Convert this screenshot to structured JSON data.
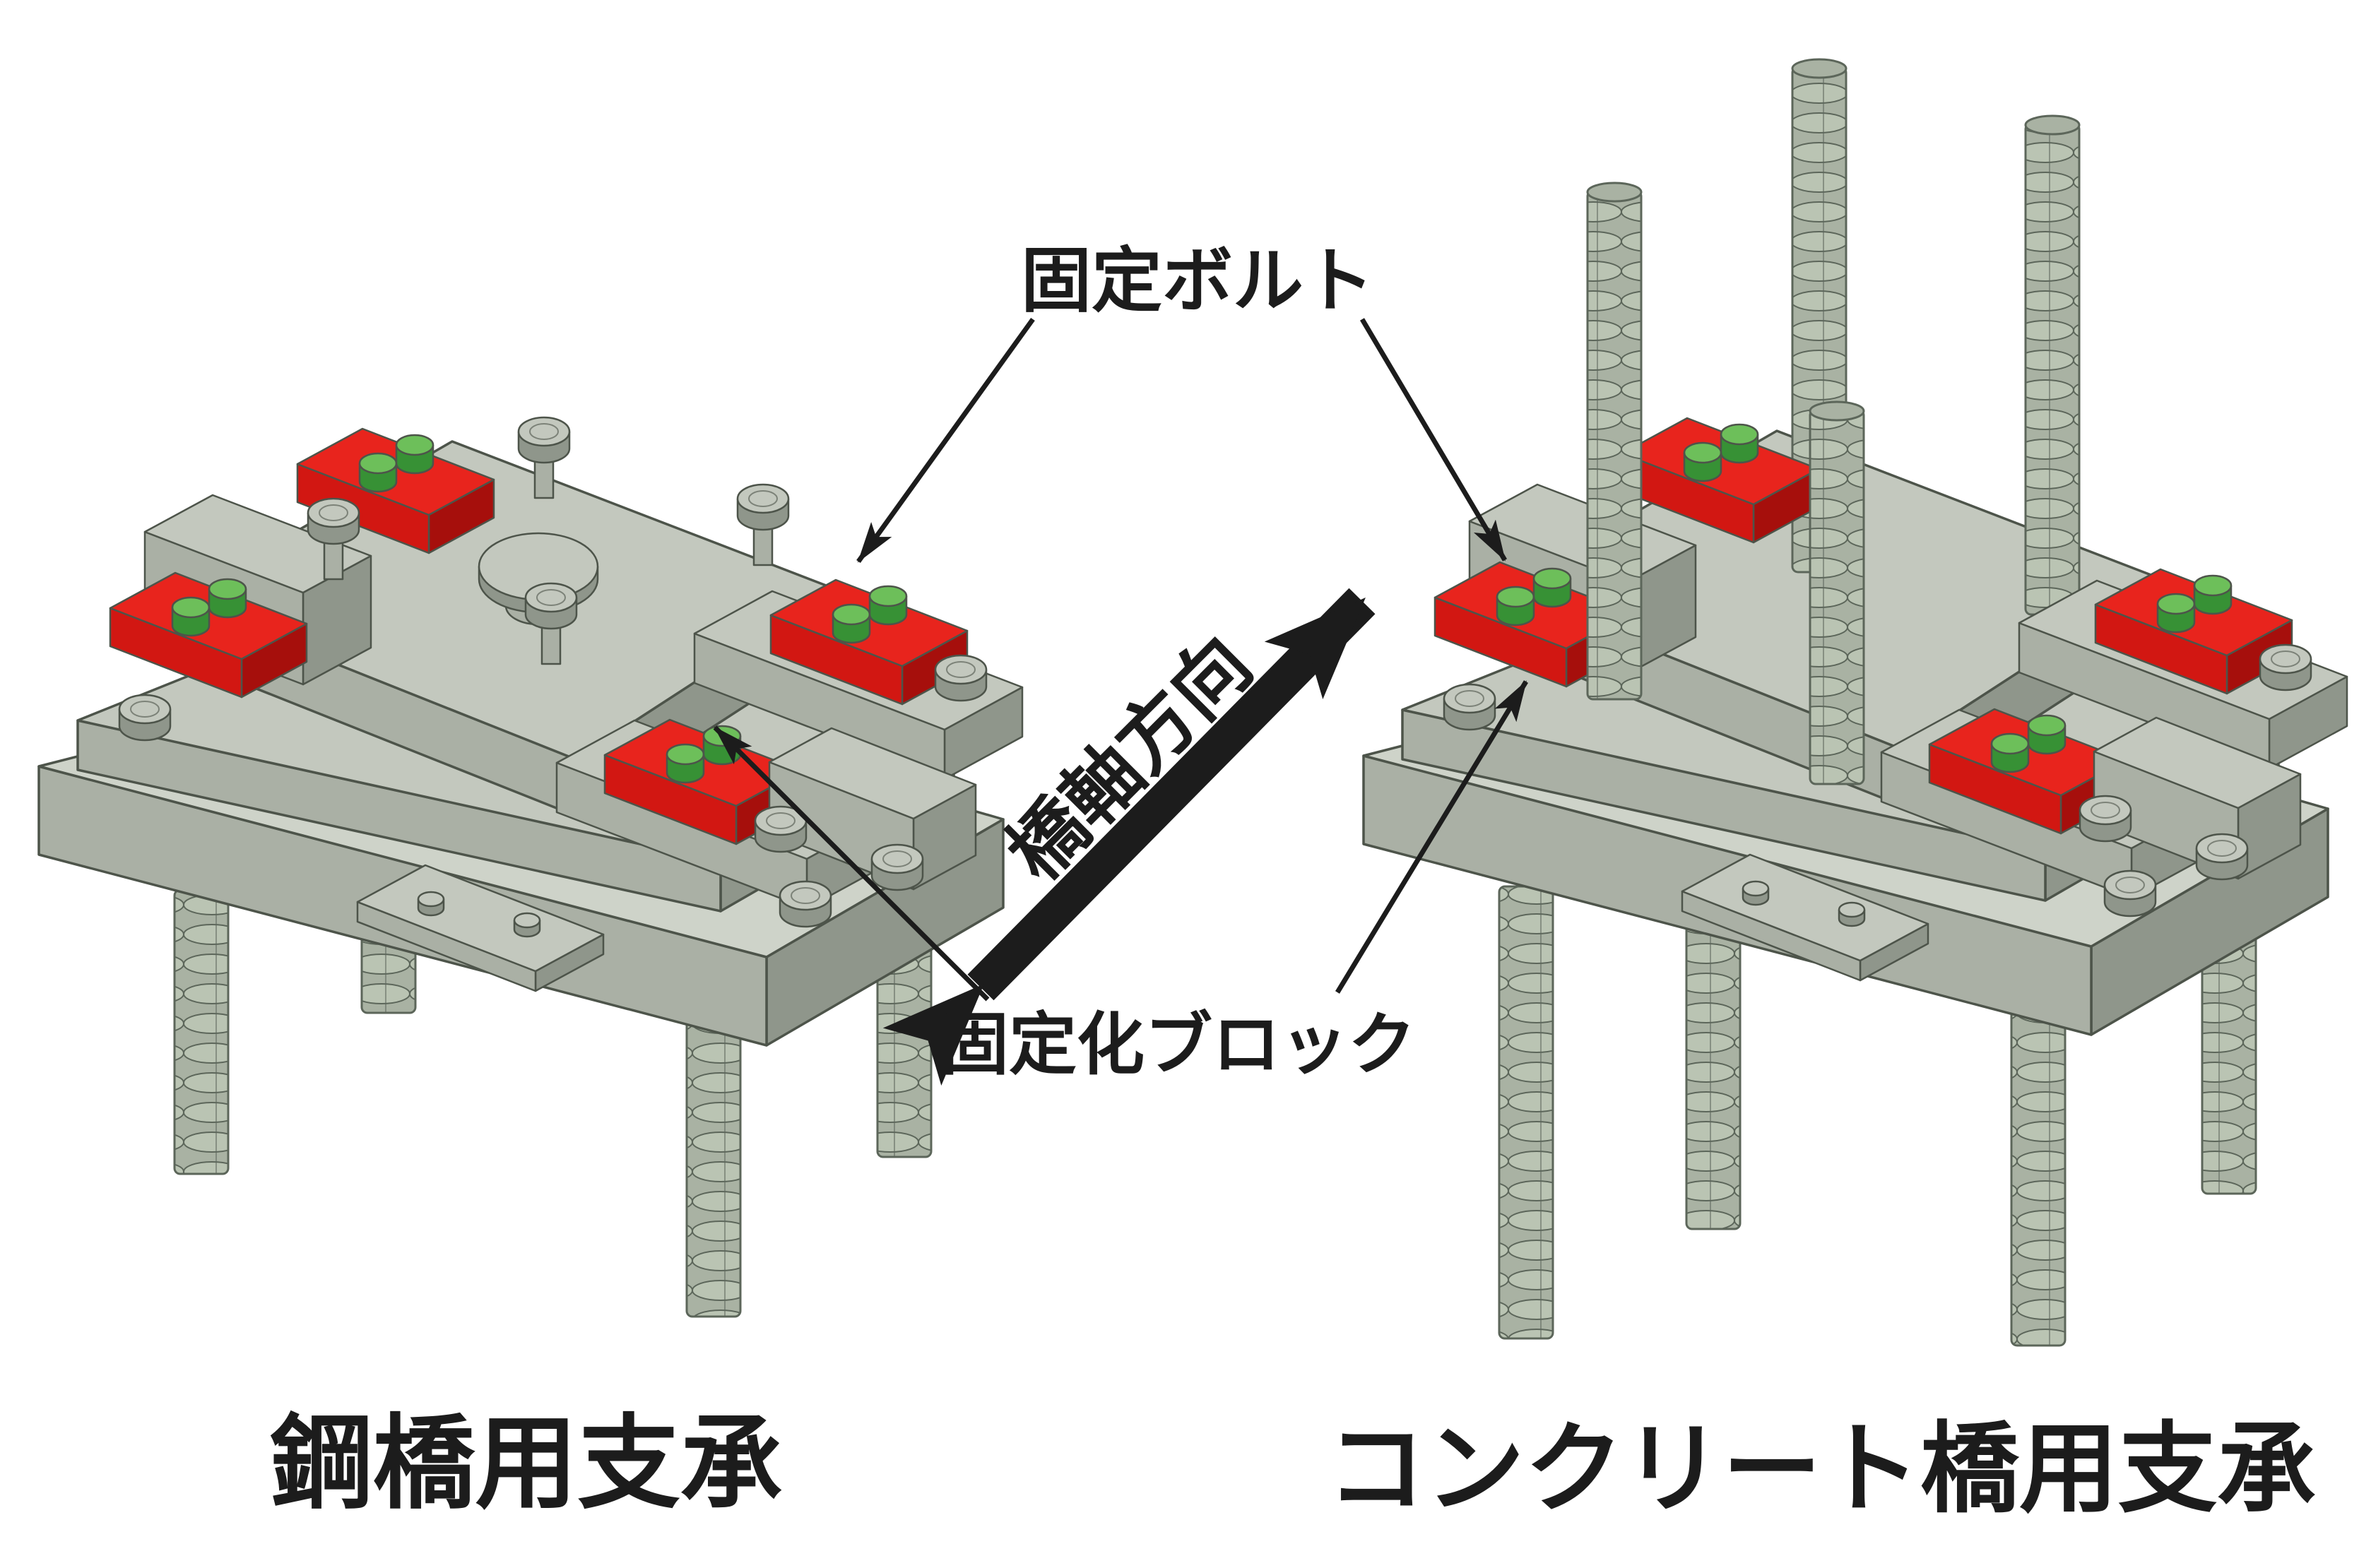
{
  "labels": {
    "fixing_bolt": "固定ボルト",
    "fixing_block": "固定化ブロック",
    "bridge_axis": "橋軸方向"
  },
  "captions": {
    "steel_bridge": "鋼橋用支承",
    "concrete_bridge": "コンクリート橋用支承"
  },
  "icons": {
    "annotation_arrow": "thin-black-leader-arrow",
    "bridge_axis_arrow": "thick-black-double-headed-arrow"
  },
  "colors": {
    "background": "#ffffff",
    "ink": "#1c1c1c",
    "outline": "#4d544a",
    "steel_top": "#c3c8be",
    "steel_light": "#ced3c9",
    "steel_se": "#8f968b",
    "steel_sw": "#aab0a5",
    "steel_dark": "#6f766b",
    "red_top": "#e8241d",
    "red_sw": "#d21712",
    "red_se": "#a60f0c",
    "green_top": "#6dbf5a",
    "green_side": "#379135",
    "rebar_base": "#a9b2a3",
    "rebar_rib": "#bac4b3",
    "rebar_line": "#5c665a"
  }
}
